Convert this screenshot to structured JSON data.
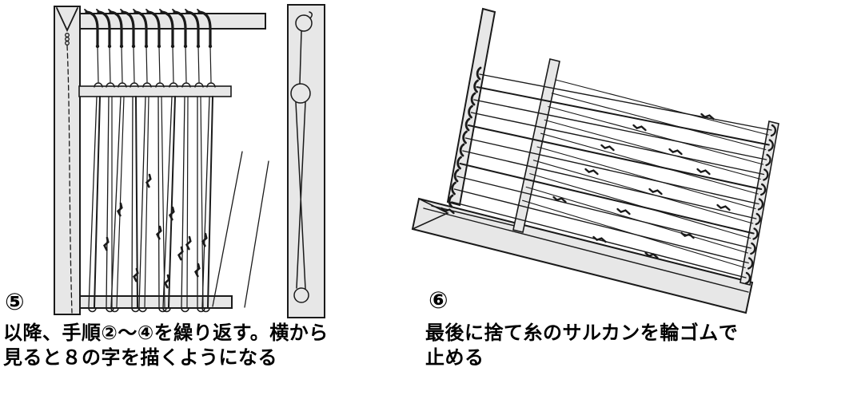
{
  "page": {
    "background": "#ffffff"
  },
  "colors": {
    "ink": "#1a1a1a",
    "wood_fill": "#e7e7e7",
    "text": "#000000"
  },
  "steps": [
    {
      "marker": "⑤",
      "caption_lines": [
        "以降、手順②～④を繰り返す。横から",
        "見ると８の字を描くようになる"
      ]
    },
    {
      "marker": "⑥",
      "caption_lines": [
        "最後に捨て糸のサルカンを輪ゴムで",
        "止める"
      ]
    }
  ]
}
